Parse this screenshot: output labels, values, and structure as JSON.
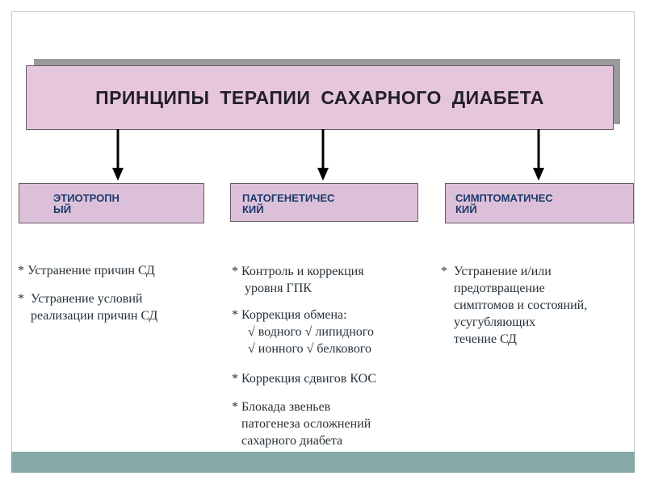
{
  "title": "ПРИНЦИПЫ  ТЕРАПИИ  САХАРНОГО  ДИАБЕТА",
  "categories": [
    {
      "label": "ЭТИОТРОПН\nЫЙ"
    },
    {
      "label": "ПАТОГЕНЕТИЧЕС\nКИЙ"
    },
    {
      "label": "СИМПТОМАТИЧЕС\nКИЙ"
    }
  ],
  "columns": {
    "left": [
      "* Устранение причин СД",
      "*  Устранение условий\n    реализации причин СД"
    ],
    "middle": [
      "* Контроль и коррекция\n    уровня ГПК",
      "* Коррекция обмена:\n     √ водного √ липидного\n     √ ионного √ белкового",
      "* Коррекция сдвигов КОС",
      "* Блокада звеньев\n   патогенеза осложнений\n   сахарного диабета"
    ],
    "right": [
      "*  Устранение и/или\n    предотвращение\n    симптомов и состояний,\n    усугубляющих\n    течение СД"
    ]
  },
  "colors": {
    "title_fill": "#e6c6dc",
    "category_fill": "#dcc0da",
    "category_text": "#1b3a6a",
    "bottom_bar": "#86a8a6"
  }
}
